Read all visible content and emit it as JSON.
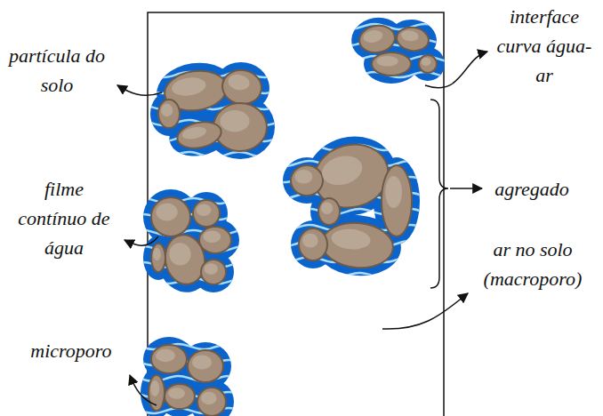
{
  "diagram": {
    "labels": [
      "partícula do solo",
      "interface curva água-ar",
      "filme contínuo de água",
      "agregado",
      "ar no solo (macroporo)",
      "microporo"
    ]
  }
}
